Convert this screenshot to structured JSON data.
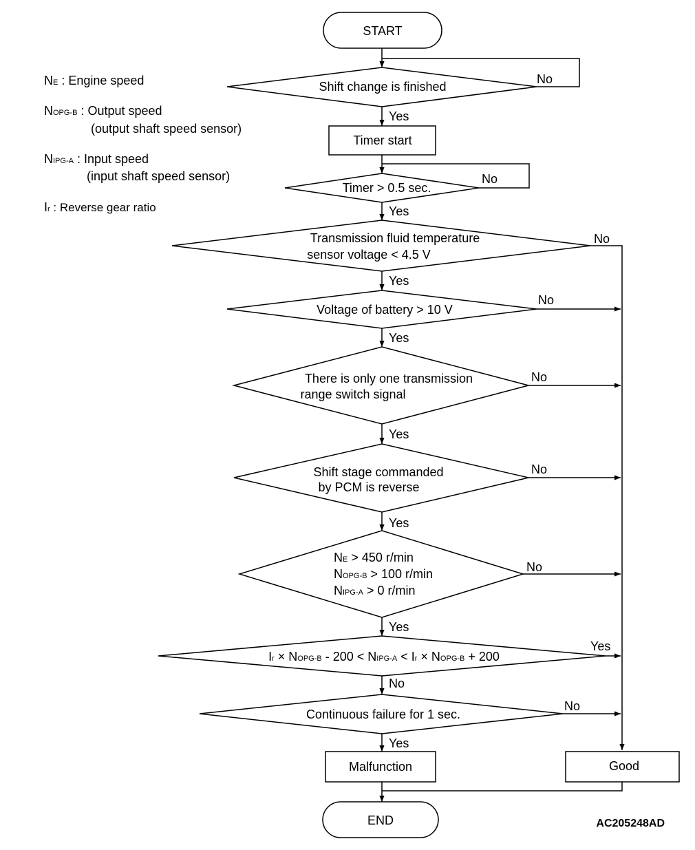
{
  "legend": {
    "ne": {
      "sym": "N",
      "sub": "E",
      "text": " : Engine speed"
    },
    "nopgb": {
      "sym": "N",
      "sub": "OPG-B",
      "text": " : Output speed",
      "line2": "(output shaft speed sensor)"
    },
    "nipga": {
      "sym": "N",
      "sub": "IPG-A",
      "text": " : Input speed",
      "line2": "(input shaft speed sensor)"
    },
    "ir": {
      "sym": "I",
      "sub": "r",
      "text": " : Reverse gear ratio"
    }
  },
  "nodes": {
    "start": "START",
    "shift_finished": "Shift change is finished",
    "timer_start": "Timer start",
    "timer_cond": "Timer > 0.5 sec.",
    "fluid_temp_1": "Transmission fluid temperature",
    "fluid_temp_2": "sensor voltage < 4.5 V",
    "battery": "Voltage of battery > 10 V",
    "range_switch_1": "There is only one transmission",
    "range_switch_2": "range switch signal",
    "shift_stage_1": "Shift stage commanded",
    "shift_stage_2": "by PCM is reverse",
    "speed_cond": {
      "l1": {
        "sym": "N",
        "sub": "E",
        "rest": " > 450 r/min"
      },
      "l2": {
        "sym": "N",
        "sub": "OPG-B",
        "rest": " > 100 r/min"
      },
      "l3": {
        "sym": "N",
        "sub": "IPG-A",
        "rest": " > 0 r/min"
      }
    },
    "ratio_cond": {
      "ir": "I",
      "ir_sub": "r",
      "times": " × N",
      "nopgb_sub": "OPG-B",
      "minus": " - 200 < N",
      "nipga_sub": "IPG-A",
      "lt": " < I",
      "times2": " × N",
      "plus": " + 200"
    },
    "continuous": "Continuous failure for 1 sec.",
    "malfunction": "Malfunction",
    "good": "Good",
    "end": "END"
  },
  "branch_labels": {
    "yes": "Yes",
    "no": "No"
  },
  "figure_code": "AC205248AD"
}
